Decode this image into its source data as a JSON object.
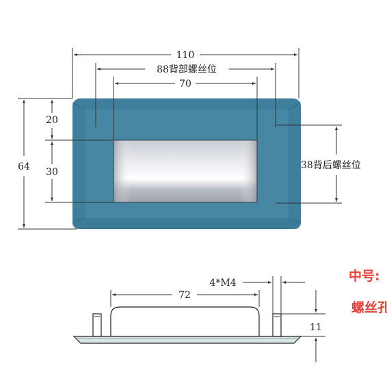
{
  "colors": {
    "frame": "#3f7f9c",
    "frame_dark": "#2e6580",
    "frame_light": "#5a98b4",
    "recess_top": "#f4f5f7",
    "recess_mid": "#b4b9c1",
    "accent_red": "#e8403a",
    "plate": "#d9e7e4"
  },
  "top_view": {
    "dim_110": "110",
    "dim_88": "88背部螺丝位",
    "dim_70": "70",
    "dim_20": "20",
    "dim_30": "30",
    "dim_64": "64",
    "dim_38": "38背后螺丝位"
  },
  "side_view": {
    "dim_72": "72",
    "dim_m4": "4*M4",
    "dim_11": "11"
  },
  "labels": {
    "size": "中号:",
    "screw": "螺丝孔"
  }
}
